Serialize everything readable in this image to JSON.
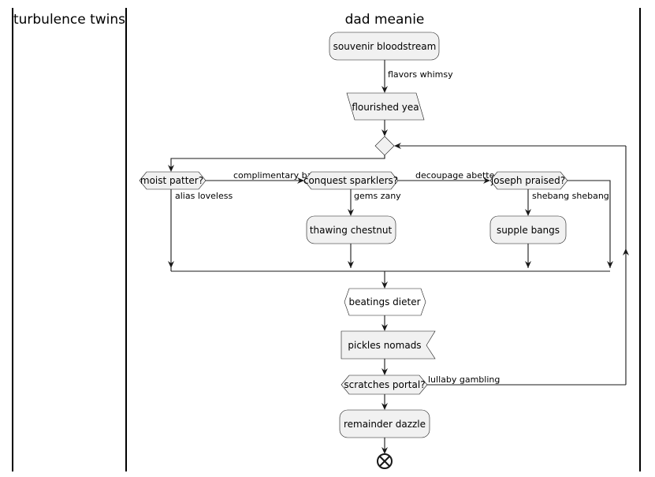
{
  "lanes": {
    "left_title": "turbulence twins",
    "right_title": "dad meanie"
  },
  "nodes": {
    "start_activity": "souvenir bloodstream",
    "input_node": "flourished yea",
    "decision_1": "moist patter?",
    "decision_2": "conquest sparklers?",
    "decision_3": "joseph praised?",
    "activity_thawing": "thawing chestnut",
    "activity_supple": "supple bangs",
    "hex_node": "beatings dieter",
    "flag_node": "pickles nomads",
    "decision_loop": "scratches portal?",
    "final_activity": "remainder dazzle"
  },
  "edges": {
    "flavors": "flavors whimsy",
    "complimentary": "complimentary bat",
    "decoupage": "decoupage abetted",
    "alias": "alias loveless",
    "gems": "gems zany",
    "shebang": "shebang shebang",
    "lullaby": "lullaby gambling"
  }
}
